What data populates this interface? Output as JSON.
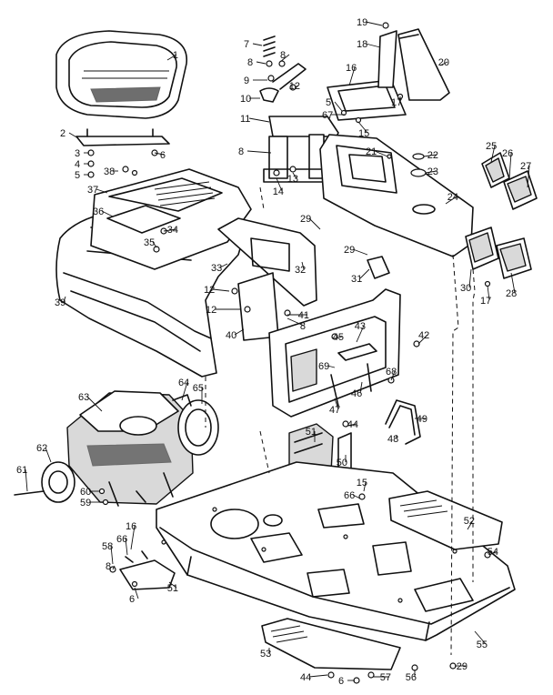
{
  "callouts": [
    "1",
    "2",
    "3",
    "4",
    "5",
    "6",
    "38",
    "37",
    "36",
    "34",
    "35",
    "39",
    "7",
    "8",
    "8",
    "9",
    "10",
    "12",
    "11",
    "8",
    "13",
    "14",
    "16",
    "5",
    "67",
    "15",
    "17",
    "19",
    "18",
    "20",
    "21",
    "22",
    "23",
    "24",
    "25",
    "26",
    "27",
    "28",
    "30",
    "17",
    "29",
    "29",
    "31",
    "33",
    "32",
    "12",
    "12",
    "41",
    "8",
    "40",
    "43",
    "45",
    "42",
    "69",
    "68",
    "47",
    "46",
    "44",
    "49",
    "48",
    "51",
    "50",
    "15",
    "66",
    "52",
    "54",
    "55",
    "29",
    "56",
    "57",
    "6",
    "44",
    "53",
    "63",
    "64",
    "65",
    "62",
    "61",
    "60",
    "59",
    "58",
    "16",
    "66",
    "6",
    "51",
    "8"
  ]
}
